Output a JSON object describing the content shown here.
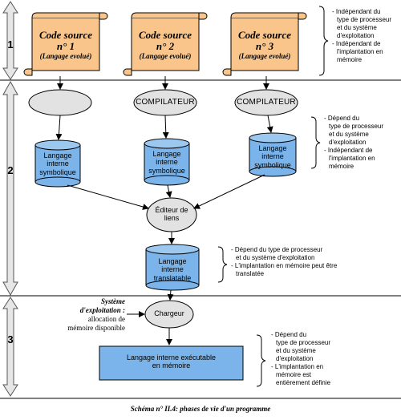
{
  "phases": [
    "1",
    "2",
    "3"
  ],
  "sources": [
    {
      "title": "Code source",
      "number": "n° 1",
      "subtitle": "(Langage evolué)"
    },
    {
      "title": "Code source",
      "number": "n° 2",
      "subtitle": "(Langage evolué)"
    },
    {
      "title": "Code source",
      "number": "n° 3",
      "subtitle": "(Langage evolué)"
    }
  ],
  "compilers": [
    "",
    "COMPILATEUR",
    "COMPILATEUR"
  ],
  "symbolic": [
    "Langage\ninterne\nsymbolique",
    "Langage\ninterne\nsymbolique",
    "Langage\ninterne\nsymbolique"
  ],
  "linker": "Éditeur de\nliens",
  "translatable": "Langage\ninterne\ntranslatable",
  "loader": "Chargeur",
  "system": {
    "title": "Système\nd'exploitation :",
    "text": "allocation de\nmémoire disponible"
  },
  "executable": "Langage interne exécutable\nen mémoire",
  "notes": {
    "phase1": [
      "- Indépendant du",
      "  type de processeur",
      "  et du système",
      "  d'exploitation",
      "- Indépendant de",
      "  l'implantation   en",
      "  mémoire"
    ],
    "phase2": [
      "- Dépend du",
      "  type de processeur",
      "  et du système",
      "  d'exploitation",
      "- Indépendant de",
      "  l'implantation   en",
      "  mémoire"
    ],
    "linker": [
      "- Dépend du  type de processeur",
      "  et du système d'exploitation",
      "- L'implantation en mémoire peut être",
      "  translatée"
    ],
    "phase3": [
      "- Dépend du",
      "  type de processeur",
      "  et du système",
      "  d'exploitation",
      "- L'implantation   en",
      "  mémoire est",
      "  entièrement définie"
    ]
  },
  "caption": "Schéma n° II.4: phases de vie d'un programme",
  "colors": {
    "scroll": "#f9c58a",
    "disk": "#7ab4ea",
    "ellipse": "#e2e2e2",
    "exec_box": "#7ab4ea"
  }
}
